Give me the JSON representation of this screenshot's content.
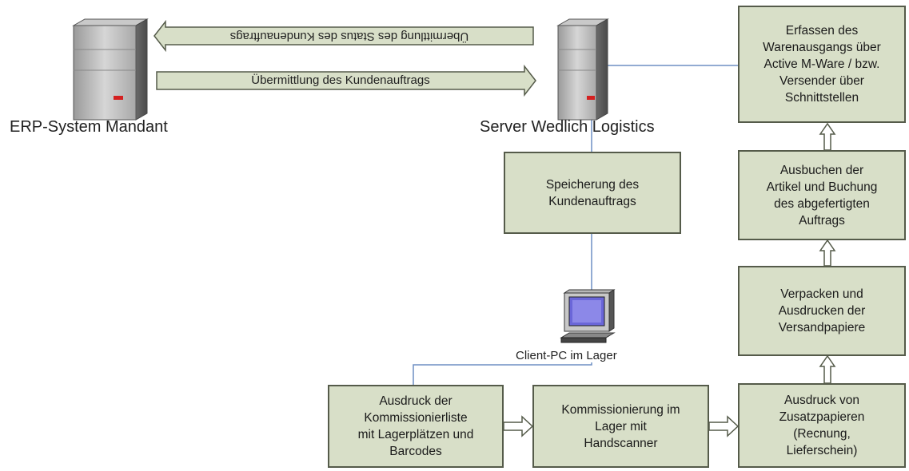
{
  "servers": {
    "erp_label": "ERP-System Mandant",
    "wedlich_label": "Server Wedlich Logistics"
  },
  "messages": {
    "status_back": "Übermittlung des Status des Kundenauftrags",
    "order_forward": "Übermittlung des Kundenauftrags"
  },
  "client": {
    "label": "Client-PC im Lager"
  },
  "boxes": {
    "speicherung": "Speicherung des\nKundenauftrags",
    "erfassen": "Erfassen des\nWarenausgangs über\nActive M-Ware / bzw.\nVersender über\nSchnittstellen",
    "ausbuchen": "Ausbuchen der\nArtikel und Buchung\ndes abgefertigten\nAuftrags",
    "verpacken": "Verpacken und\nAusdrucken der\nVersandpapiere",
    "zusatz": "Ausdruck von\nZusatzpapieren\n(Recnung,\nLieferschein)",
    "kommissionierung": "Kommissionierung im\nLager mit\nHandscanner",
    "ausdruck_liste": "Ausdruck der\nKommissionierliste\nmit Lagerplätzen und\nBarcodes"
  },
  "colors": {
    "box_fill": "#d8dfc8",
    "box_border": "#555b4a",
    "connector": "#6e8fc4",
    "server_led": "#d42020"
  },
  "icons": {
    "server": "server-icon",
    "computer": "computer-icon"
  }
}
